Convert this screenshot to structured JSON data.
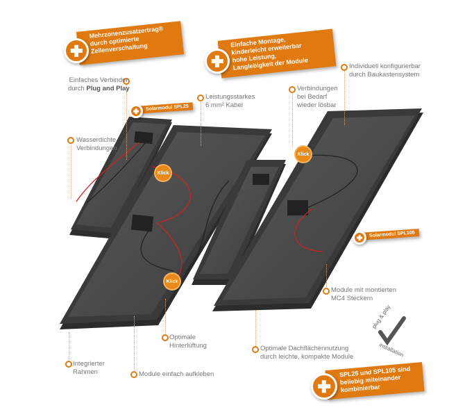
{
  "banners": {
    "mehrzonen": [
      "Mehrzonenzusatzertrag®",
      "durch optimierte",
      "Zellenverschaltung"
    ],
    "montage": [
      "Einfache Montage,",
      "kinderleicht erweiterbar",
      "hohe Leistung,",
      "Langlebigkeit der Module"
    ],
    "kombi": [
      "SPL25 und SPL105 sind",
      "beliebig miteinander",
      "kombinierbar"
    ],
    "spl25": "Solarmodul SPL25",
    "spl105": "Solarmodul SPL105"
  },
  "labels": {
    "plug_l1": "Einfaches Verbinden",
    "plug_l2a": "durch ",
    "plug_l2b": "Plug and Play",
    "wasser": [
      "Wasserdichte",
      "Verbindungen"
    ],
    "kabel": [
      "Leistungsstarkes",
      "6 mm² Kabel"
    ],
    "loesbar": [
      "Verbindungen",
      "bei Bedarf",
      "wieder lösbar"
    ],
    "individuell": [
      "Individuell konfigurierbar",
      "durch Baukastensystem"
    ],
    "mc4": [
      "Module mit montierten",
      "MC4 Steckern"
    ],
    "hinter": [
      "Optimale",
      "Hinterlüftung"
    ],
    "dach": [
      "Optimale Dachflächennutzung",
      "durch leichte, kompakte Module"
    ],
    "rahmen": [
      "Integrierter",
      "Rahmen"
    ],
    "kleben": "Module einfach aufkleben"
  },
  "klick": "Klick",
  "stamp": {
    "top": "plug & play",
    "bottom": "installation"
  },
  "colors": {
    "accent": "#e07a10",
    "panel": "#4a4a4a",
    "frame": "#333333"
  }
}
